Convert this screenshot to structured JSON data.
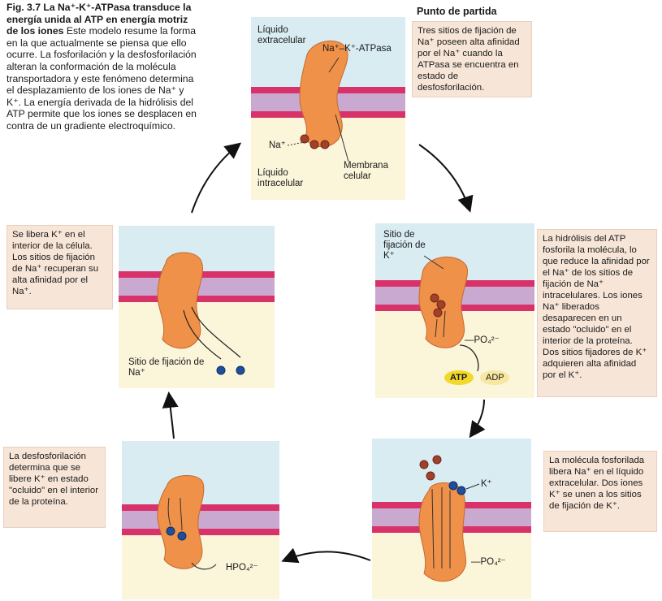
{
  "figure": {
    "number": "Fig. 3.7",
    "title": "La Na⁺-K⁺-ATPasa transduce la energía unida al ATP en energía motriz de los iones",
    "body": "Este modelo resume la forma en la que actualmente se piensa que ello ocurre. La fosforilación y la desfosforilación alteran la conformación de la molécula transportadora y este fenómeno determina el desplazamiento de los iones de Na⁺ y K⁺. La energía derivada de la hidrólisis del ATP permite que los iones se desplacen en contra de un gradiente electroquímico."
  },
  "start": {
    "heading": "Punto de partida",
    "note": "Tres sitios de fijación de Na⁺ poseen alta afinidad por el Na⁺ cuando la ATPasa se encuentra en estado de desfosforilación."
  },
  "labels": {
    "extracellular": "Líquido extracelular",
    "intracellular": "Líquido intracelular",
    "pump": "Na⁺–K⁺-ATPasa",
    "membrane": "Membrana celular",
    "na": "Na⁺",
    "k": "K⁺",
    "k_site": "Sitio de fijación de K⁺",
    "na_site": "Sitio de fijación de Na⁺",
    "po4": "—PO₄²⁻",
    "hpo4": "HPO₄²⁻",
    "atp": "ATP",
    "adp": "ADP"
  },
  "notes": {
    "step2": "La hidrólisis del ATP fosforila la molécula, lo que reduce la afinidad por el Na⁺ de los sitios de fijación de Na⁺ intracelulares. Los iones Na⁺ liberados desaparecen en un estado \"ocluido\" en el interior de la proteína. Dos sitios fijadores de K⁺ adquieren alta afinidad por el K⁺.",
    "step3": "La molécula fosforilada libera Na⁺ en el líquido extracelular. Dos iones K⁺ se unen a los sitios de fijación de K⁺.",
    "step4": "La desfosforilación determina que se libere K⁺ en estado \"ocluido\" en el interior de la proteína.",
    "step5": "Se libera K⁺ en el interior de la célula. Los sitios de fijación de Na⁺ recuperan su alta afinidad por el Na⁺."
  },
  "colors": {
    "extracellular": "#d8ecf2",
    "intracellular": "#fbf5da",
    "membrane_red": "#d9316a",
    "membrane_purple": "#c9a9cf",
    "protein": "#f0914a",
    "sodium": "#a2402a",
    "potassium": "#1f4f9c",
    "atp": "#f2d82a",
    "note_bg": "#f7e6d8"
  }
}
